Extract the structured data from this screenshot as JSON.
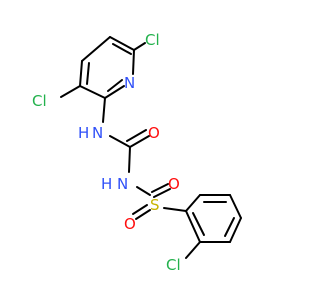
{
  "molecule": {
    "atoms": {
      "cl_top_right": "Cl",
      "n_pyridine": "N",
      "cl_left": "Cl",
      "nh_upper": "N",
      "h_upper": "H",
      "o_carbonyl": "O",
      "nh_lower": "N",
      "h_lower": "H",
      "s_sulfonyl": "S",
      "o_sulfonyl_top": "O",
      "o_sulfonyl_bottom": "O",
      "cl_bottom": "Cl"
    },
    "colors": {
      "bond": "#000000",
      "chlorine": "#22b14c",
      "nitrogen": "#3050f8",
      "oxygen": "#ff0d0d",
      "sulfur": "#c8b400"
    }
  }
}
